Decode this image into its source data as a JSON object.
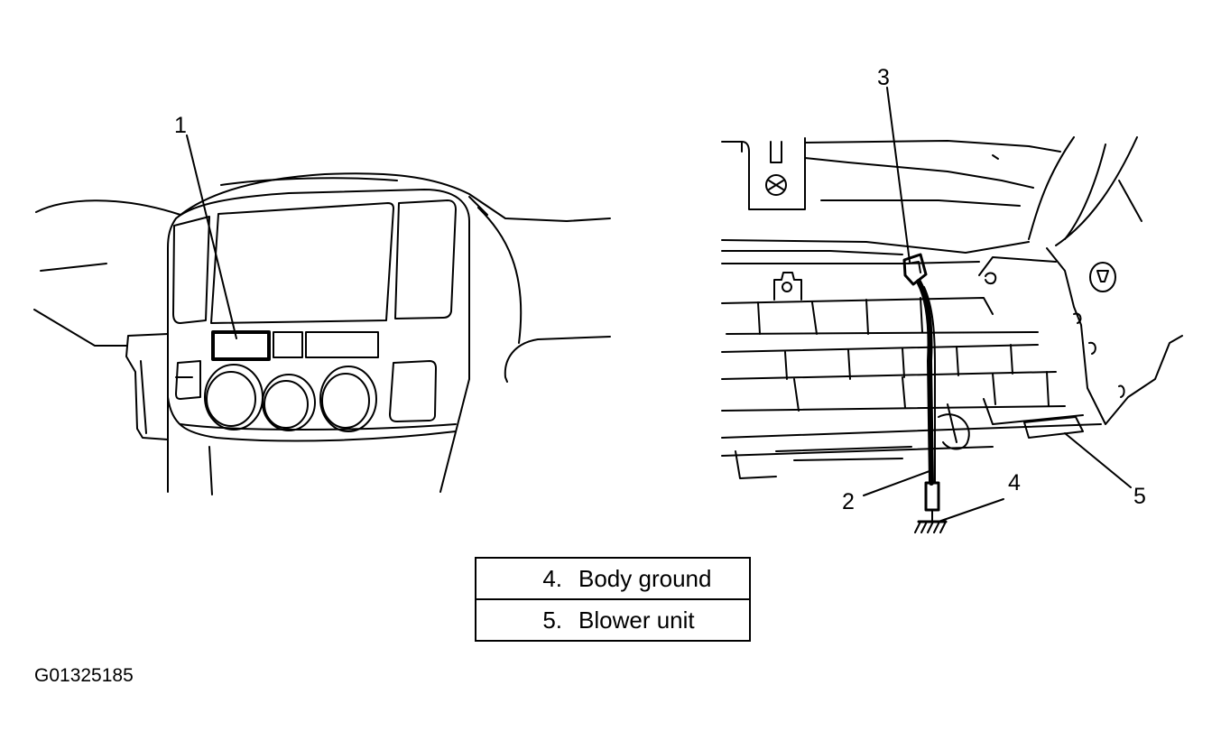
{
  "callouts": {
    "c1": "1",
    "c2": "2",
    "c3": "3",
    "c4": "4",
    "c5": "5"
  },
  "legend": [
    {
      "number": "4.",
      "text": "Body ground"
    },
    {
      "number": "5.",
      "text": "Blower unit"
    }
  ],
  "figure_id": "G01325185",
  "line_color": "#000000"
}
